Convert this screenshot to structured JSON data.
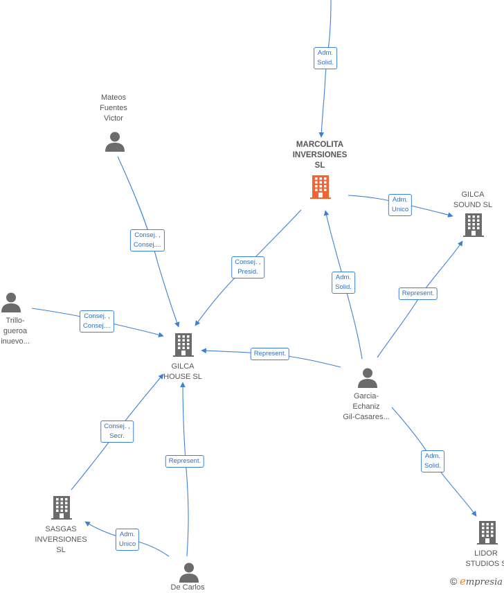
{
  "colors": {
    "edge": "#3b82d6",
    "company_highlight": "#f26532",
    "company": "#6b6b6b",
    "person": "#6b6b6b"
  },
  "nodes": [
    {
      "id": "marcolita",
      "kind": "company",
      "highlight": true,
      "lines": [
        "MARCOLITA",
        "INVERSIONES",
        "SL"
      ],
      "icon": "building-icon"
    },
    {
      "id": "gilca_sound",
      "kind": "company",
      "lines": [
        "GILCA",
        "SOUND SL"
      ],
      "icon": "building-icon"
    },
    {
      "id": "gilca_house",
      "kind": "company",
      "lines": [
        "GILCA",
        "HOUSE SL"
      ],
      "icon": "building-icon"
    },
    {
      "id": "sasgas",
      "kind": "company",
      "lines": [
        "SASGAS",
        "INVERSIONES",
        "SL"
      ],
      "icon": "building-icon"
    },
    {
      "id": "lidor",
      "kind": "company",
      "lines": [
        "LIDOR",
        "STUDIOS S"
      ],
      "icon": "building-icon"
    },
    {
      "id": "mateos",
      "kind": "person",
      "lines": [
        "Mateos",
        "Fuentes",
        "Victor"
      ],
      "icon": "person-icon"
    },
    {
      "id": "trillo",
      "kind": "person",
      "lines": [
        "Trillo-",
        "gueroa",
        "inuevo..."
      ],
      "icon": "person-icon"
    },
    {
      "id": "garcia",
      "kind": "person",
      "lines": [
        "Garcia-",
        "Echaniz",
        "Gil-Casares..."
      ],
      "icon": "person-icon"
    },
    {
      "id": "decarlos",
      "kind": "person",
      "lines": [
        "De Carlos"
      ],
      "icon": "person-icon"
    }
  ],
  "edges": [
    {
      "id": "top-marcolita",
      "lines": [
        "Adm.",
        "Solid."
      ]
    },
    {
      "id": "mateos-gilcahouse",
      "lines": [
        "Consej. ,",
        "Consej...."
      ]
    },
    {
      "id": "marcolita-gilcahouse",
      "lines": [
        "Consej. ,",
        "Presid."
      ]
    },
    {
      "id": "marcolita-gilcasound",
      "lines": [
        "Adm.",
        "Unico"
      ]
    },
    {
      "id": "garcia-marcolita",
      "lines": [
        "Adm.",
        "Solid."
      ]
    },
    {
      "id": "garcia-gilcasound",
      "lines": [
        "Represent."
      ]
    },
    {
      "id": "trillo-gilcahouse",
      "lines": [
        "Consej. ,",
        "Consej...."
      ]
    },
    {
      "id": "garcia-gilcahouse",
      "lines": [
        "Represent."
      ]
    },
    {
      "id": "sasgas-gilcahouse",
      "lines": [
        "Consej. ,",
        "Secr."
      ]
    },
    {
      "id": "decarlos-gilcahouse",
      "lines": [
        "Represent."
      ]
    },
    {
      "id": "decarlos-sasgas",
      "lines": [
        "Adm.",
        "Unico"
      ]
    },
    {
      "id": "garcia-lidor",
      "lines": [
        "Adm.",
        "Solid."
      ]
    }
  ],
  "brand": {
    "copyright": "©",
    "initial": "e",
    "rest": "mpresia"
  }
}
